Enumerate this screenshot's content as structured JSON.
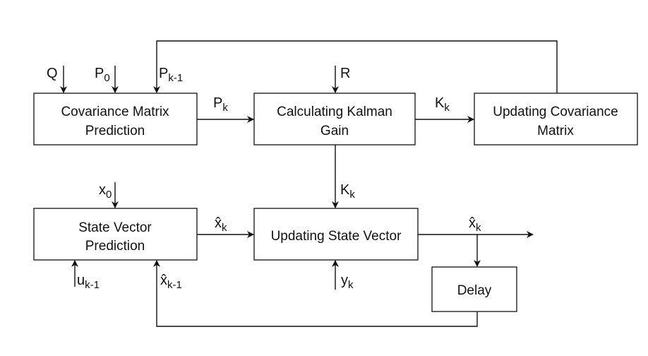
{
  "blocks": {
    "covariance_prediction": [
      "Covariance Matrix",
      "Prediction"
    ],
    "kalman_gain": [
      "Calculating Kalman",
      "Gain"
    ],
    "updating_covariance": [
      "Updating Covariance",
      "Matrix"
    ],
    "state_prediction": [
      "State Vector",
      "Prediction"
    ],
    "updating_state": [
      "Updating State Vector"
    ],
    "delay": [
      "Delay"
    ]
  },
  "signals": {
    "q": {
      "base": "Q",
      "sub": ""
    },
    "p0": {
      "base": "P",
      "sub": "0"
    },
    "pk_minus_1": {
      "base": "P",
      "sub": "k-1"
    },
    "pk": {
      "base": "P",
      "sub": "k"
    },
    "r": {
      "base": "R",
      "sub": ""
    },
    "kk_right": {
      "base": "K",
      "sub": "k"
    },
    "kk_down": {
      "base": "K",
      "sub": "k"
    },
    "x0": {
      "base": "x",
      "sub": "0"
    },
    "xhat_k": {
      "base": "x̂",
      "sub": "k"
    },
    "xhat_k_out": {
      "base": "x̂",
      "sub": "k"
    },
    "u_k_minus_1": {
      "base": "u",
      "sub": "k-1"
    },
    "xhat_k_minus_1": {
      "base": "x̂",
      "sub": "k-1"
    },
    "yk": {
      "base": "y",
      "sub": "k"
    }
  }
}
